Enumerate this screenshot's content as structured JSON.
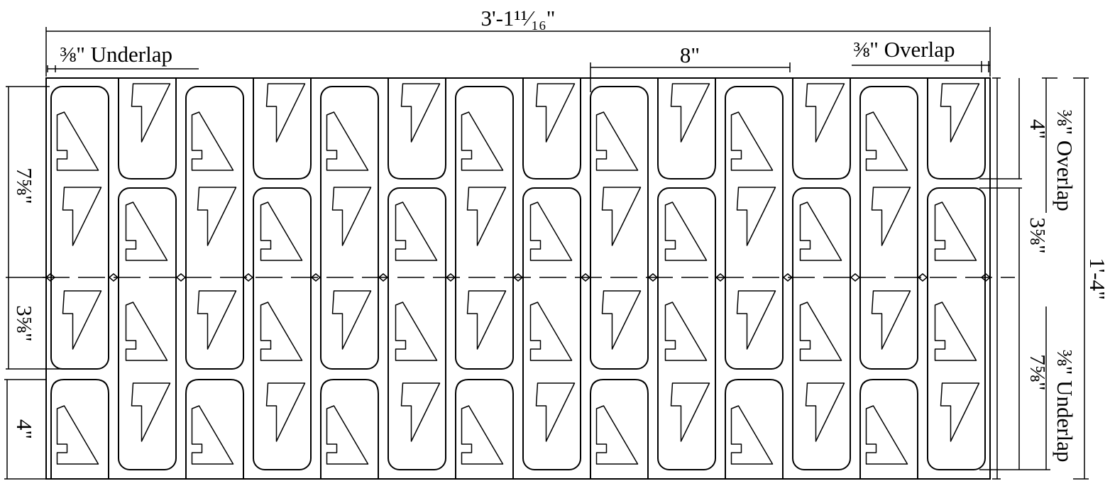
{
  "drawing": {
    "overall_width_label": "3'-1¹¹⁄₁₆\"",
    "overall_height_label": "1'-4\"",
    "top_left_label": "⅜\" Underlap",
    "top_right_label": "⅜\" Overlap",
    "pitch_label": "8\"",
    "right_top_height_label": "4\"",
    "right_upper_label": "⅜\" Overlap",
    "right_mid_upper_label": "3⅝\"",
    "right_mid_lower_label": "7⅝\"",
    "right_lower_label": "⅜\" Underlap",
    "left_top_label": "7⅝\"",
    "left_mid_label": "3⅝\"",
    "left_bottom_label": "4\"",
    "columns": 14,
    "colors": {
      "line": "#000000",
      "background": "#ffffff"
    },
    "icons": [
      "right-triangle-tab-icon",
      "inverted-triangle-tab-icon",
      "diamond-marker-icon"
    ]
  }
}
